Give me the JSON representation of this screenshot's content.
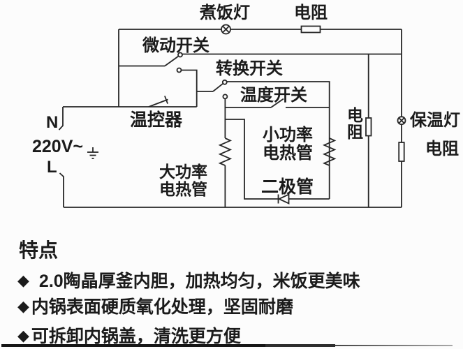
{
  "diagram": {
    "labels": {
      "cook_lamp": "煮饭灯",
      "resistor_top": "电阻",
      "micro_switch": "微动开关",
      "transfer_switch": "转换开关",
      "temp_switch": "温度开关",
      "thermostat": "温控器",
      "neutral": "N",
      "voltage": "220V~",
      "live": "L",
      "high_power_heater": "大功率电热管",
      "low_power_heater": "小功率电热管",
      "diode": "二极管",
      "resistor_mid": "电阻",
      "warm_lamp": "保温灯",
      "resistor_right": "电阻"
    },
    "colors": {
      "line": "#262626",
      "text": "#1b1b1b",
      "background": "#fcfcfc"
    }
  },
  "features": {
    "title": "特点",
    "bullet": "◆",
    "items": [
      "2.0陶晶厚釜内胆，加热均匀，米饭更美味",
      "内锅表面硬质氧化处理，坚固耐磨",
      "可拆卸内锅盖，清洗更方便"
    ]
  }
}
